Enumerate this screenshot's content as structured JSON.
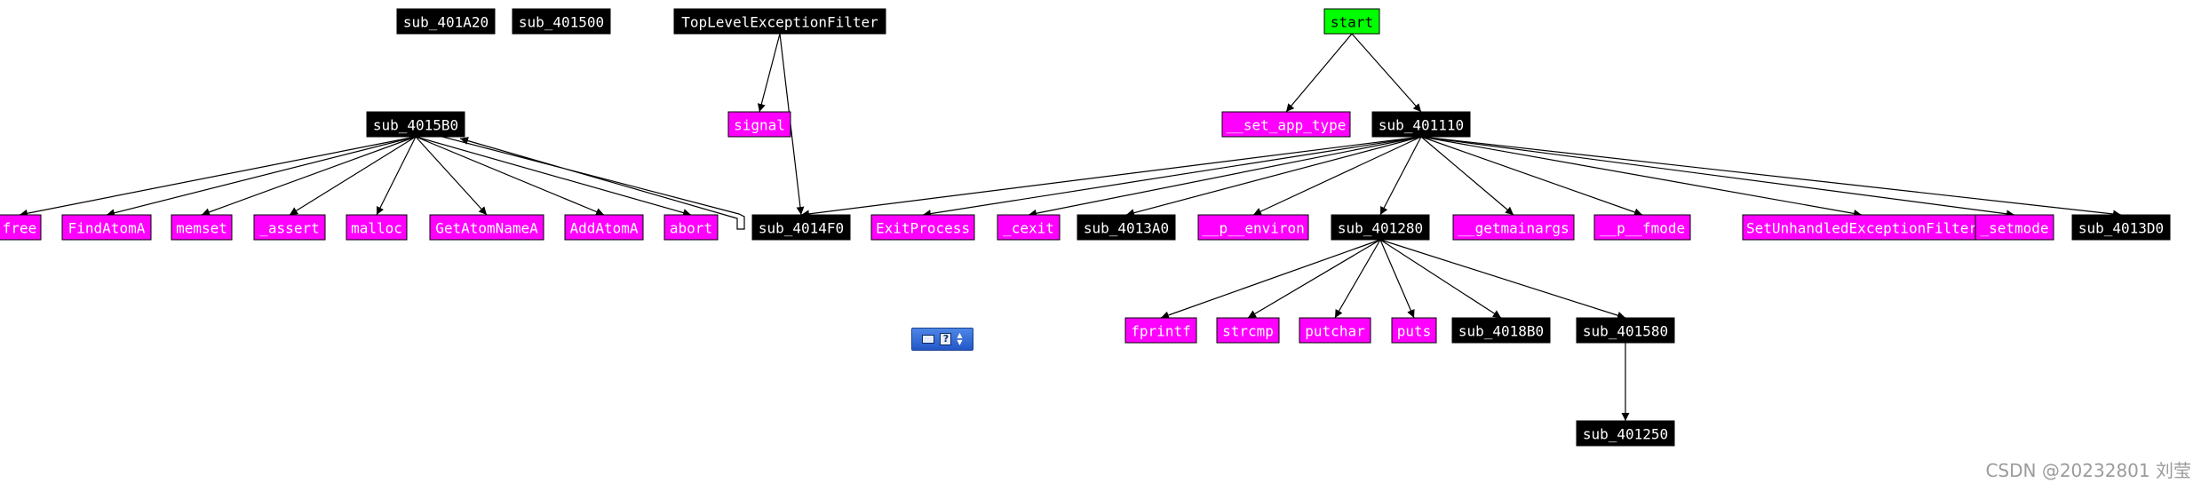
{
  "colors": {
    "internal_fill": "#000000",
    "internal_text": "#ffffff",
    "import_fill": "#ff00ff",
    "import_text": "#ffffff",
    "entry_fill": "#00ff00",
    "entry_text": "#000000",
    "edge": "#000000"
  },
  "nodes": [
    {
      "id": "sub_401A20",
      "label": "sub_401A20",
      "kind": "internal"
    },
    {
      "id": "sub_401500",
      "label": "sub_401500",
      "kind": "internal"
    },
    {
      "id": "TopLevelExceptionFilter",
      "label": "TopLevelExceptionFilter",
      "kind": "internal"
    },
    {
      "id": "start",
      "label": "start",
      "kind": "entry"
    },
    {
      "id": "sub_4015B0",
      "label": "sub_4015B0",
      "kind": "internal"
    },
    {
      "id": "signal",
      "label": "signal",
      "kind": "import"
    },
    {
      "id": "__set_app_type",
      "label": "__set_app_type",
      "kind": "import"
    },
    {
      "id": "sub_401110",
      "label": "sub_401110",
      "kind": "internal"
    },
    {
      "id": "free",
      "label": "free",
      "kind": "import"
    },
    {
      "id": "FindAtomA",
      "label": "FindAtomA",
      "kind": "import"
    },
    {
      "id": "memset",
      "label": "memset",
      "kind": "import"
    },
    {
      "id": "_assert",
      "label": "_assert",
      "kind": "import"
    },
    {
      "id": "malloc",
      "label": "malloc",
      "kind": "import"
    },
    {
      "id": "GetAtomNameA",
      "label": "GetAtomNameA",
      "kind": "import"
    },
    {
      "id": "AddAtomA",
      "label": "AddAtomA",
      "kind": "import"
    },
    {
      "id": "abort",
      "label": "abort",
      "kind": "import"
    },
    {
      "id": "sub_4014F0",
      "label": "sub_4014F0",
      "kind": "internal"
    },
    {
      "id": "ExitProcess",
      "label": "ExitProcess",
      "kind": "import"
    },
    {
      "id": "_cexit",
      "label": "_cexit",
      "kind": "import"
    },
    {
      "id": "sub_4013A0",
      "label": "sub_4013A0",
      "kind": "internal"
    },
    {
      "id": "__p__environ",
      "label": "__p__environ",
      "kind": "import"
    },
    {
      "id": "sub_401280",
      "label": "sub_401280",
      "kind": "internal"
    },
    {
      "id": "__getmainargs",
      "label": "__getmainargs",
      "kind": "import"
    },
    {
      "id": "__p__fmode",
      "label": "__p__fmode",
      "kind": "import"
    },
    {
      "id": "SetUnhandledExceptionFilter",
      "label": "SetUnhandledExceptionFilter",
      "kind": "import"
    },
    {
      "id": "_setmode",
      "label": "_setmode",
      "kind": "import"
    },
    {
      "id": "sub_4013D0",
      "label": "sub_4013D0",
      "kind": "internal"
    },
    {
      "id": "fprintf",
      "label": "fprintf",
      "kind": "import"
    },
    {
      "id": "strcmp",
      "label": "strcmp",
      "kind": "import"
    },
    {
      "id": "putchar",
      "label": "putchar",
      "kind": "import"
    },
    {
      "id": "puts",
      "label": "puts",
      "kind": "import"
    },
    {
      "id": "sub_4018B0",
      "label": "sub_4018B0",
      "kind": "internal"
    },
    {
      "id": "sub_401580",
      "label": "sub_401580",
      "kind": "internal"
    },
    {
      "id": "sub_401250",
      "label": "sub_401250",
      "kind": "internal"
    }
  ],
  "edges": [
    [
      "TopLevelExceptionFilter",
      "signal"
    ],
    [
      "TopLevelExceptionFilter",
      "sub_4014F0"
    ],
    [
      "start",
      "__set_app_type"
    ],
    [
      "start",
      "sub_401110"
    ],
    [
      "sub_4015B0",
      "free"
    ],
    [
      "sub_4015B0",
      "FindAtomA"
    ],
    [
      "sub_4015B0",
      "memset"
    ],
    [
      "sub_4015B0",
      "_assert"
    ],
    [
      "sub_4015B0",
      "malloc"
    ],
    [
      "sub_4015B0",
      "GetAtomNameA"
    ],
    [
      "sub_4015B0",
      "AddAtomA"
    ],
    [
      "sub_4015B0",
      "abort"
    ],
    [
      "sub_4015B0",
      "sub_4015B0"
    ],
    [
      "sub_401110",
      "sub_4014F0"
    ],
    [
      "sub_401110",
      "ExitProcess"
    ],
    [
      "sub_401110",
      "_cexit"
    ],
    [
      "sub_401110",
      "sub_4013A0"
    ],
    [
      "sub_401110",
      "__p__environ"
    ],
    [
      "sub_401110",
      "sub_401280"
    ],
    [
      "sub_401110",
      "__getmainargs"
    ],
    [
      "sub_401110",
      "__p__fmode"
    ],
    [
      "sub_401110",
      "SetUnhandledExceptionFilter"
    ],
    [
      "sub_401110",
      "_setmode"
    ],
    [
      "sub_401110",
      "sub_4013D0"
    ],
    [
      "sub_401280",
      "fprintf"
    ],
    [
      "sub_401280",
      "strcmp"
    ],
    [
      "sub_401280",
      "putchar"
    ],
    [
      "sub_401280",
      "puts"
    ],
    [
      "sub_401280",
      "sub_4018B0"
    ],
    [
      "sub_401280",
      "sub_401580"
    ],
    [
      "sub_401580",
      "sub_401250"
    ]
  ],
  "toolbar": {
    "print_icon": "print-icon",
    "help_icon": "help-icon",
    "help_glyph": "?",
    "spin_icon": "spinner-arrows-icon"
  },
  "watermark": "CSDN @20232801 刘莹"
}
